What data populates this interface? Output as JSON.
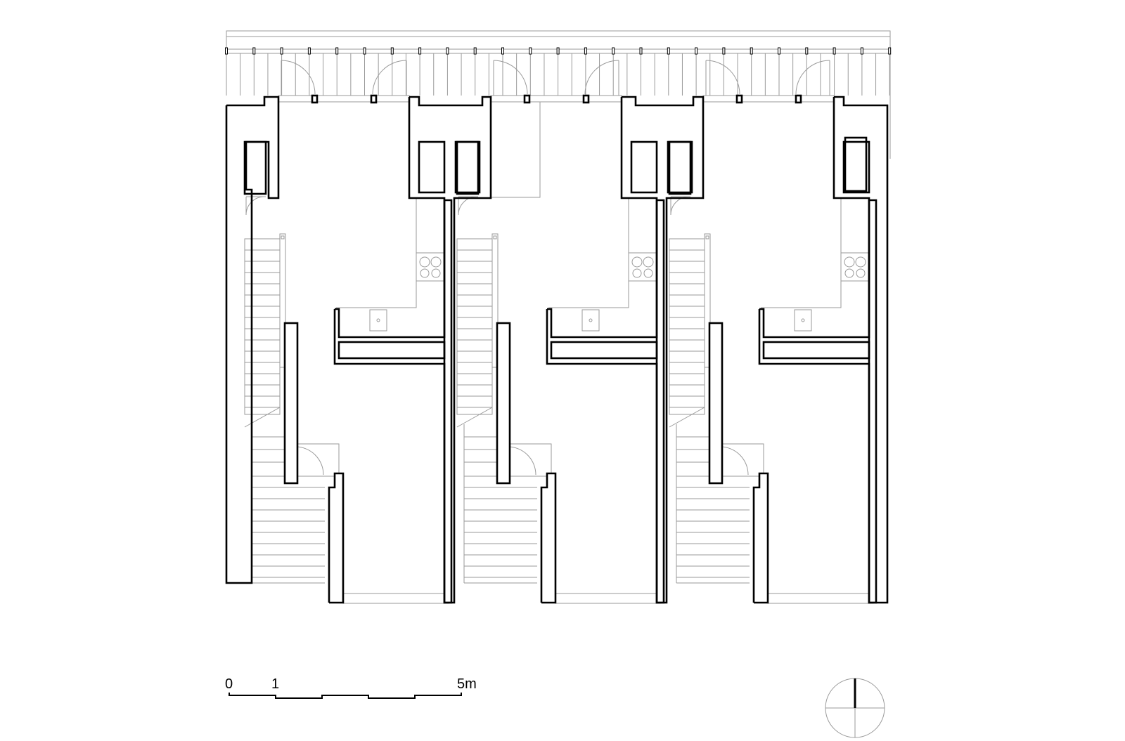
{
  "scale_bar": {
    "labels": [
      "0",
      "1",
      "5m"
    ]
  },
  "units": 3,
  "colors": {
    "wall": "#000000",
    "thin": "#9a9a9a",
    "background": "#ffffff"
  }
}
